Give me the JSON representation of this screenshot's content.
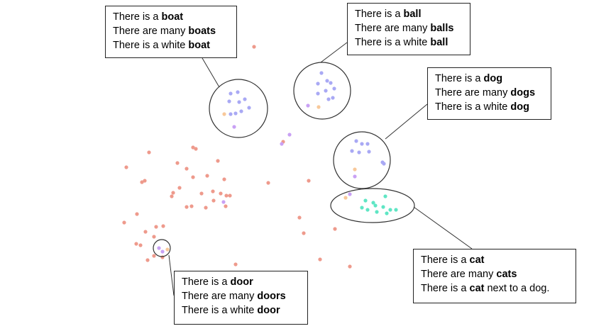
{
  "colors": {
    "background": "#ffffff",
    "noise_points": "#ee9a8c",
    "cluster_points": "#a9a9f4",
    "cat_points": "#5fe6c4",
    "orange_points": "#f8c89a",
    "violet_points": "#c9a1f4",
    "outline": "#333333"
  },
  "callouts": {
    "boat": {
      "l1": {
        "pre": "There is a ",
        "bold": "boat",
        "post": ""
      },
      "l2": {
        "pre": "There are many ",
        "bold": "boats",
        "post": ""
      },
      "l3": {
        "pre": "There is a white ",
        "bold": "boat",
        "post": ""
      }
    },
    "ball": {
      "l1": {
        "pre": "There is a ",
        "bold": "ball",
        "post": ""
      },
      "l2": {
        "pre": "There are many ",
        "bold": "balls",
        "post": ""
      },
      "l3": {
        "pre": "There is a white ",
        "bold": "ball",
        "post": ""
      }
    },
    "dog": {
      "l1": {
        "pre": "There is a ",
        "bold": "dog",
        "post": ""
      },
      "l2": {
        "pre": "There are many ",
        "bold": "dogs",
        "post": ""
      },
      "l3": {
        "pre": "There is a white ",
        "bold": "dog",
        "post": ""
      }
    },
    "cat": {
      "l1": {
        "pre": "There is a ",
        "bold": "cat",
        "post": ""
      },
      "l2": {
        "pre": "There are many ",
        "bold": "cats",
        "post": ""
      },
      "l3": {
        "pre": "There is a ",
        "bold": "cat",
        "post": " next to a dog."
      }
    },
    "door": {
      "l1": {
        "pre": "There is a ",
        "bold": "door",
        "post": ""
      },
      "l2": {
        "pre": "There are many ",
        "bold": "doors",
        "post": ""
      },
      "l3": {
        "pre": "There is a white ",
        "bold": "door",
        "post": ""
      }
    }
  }
}
